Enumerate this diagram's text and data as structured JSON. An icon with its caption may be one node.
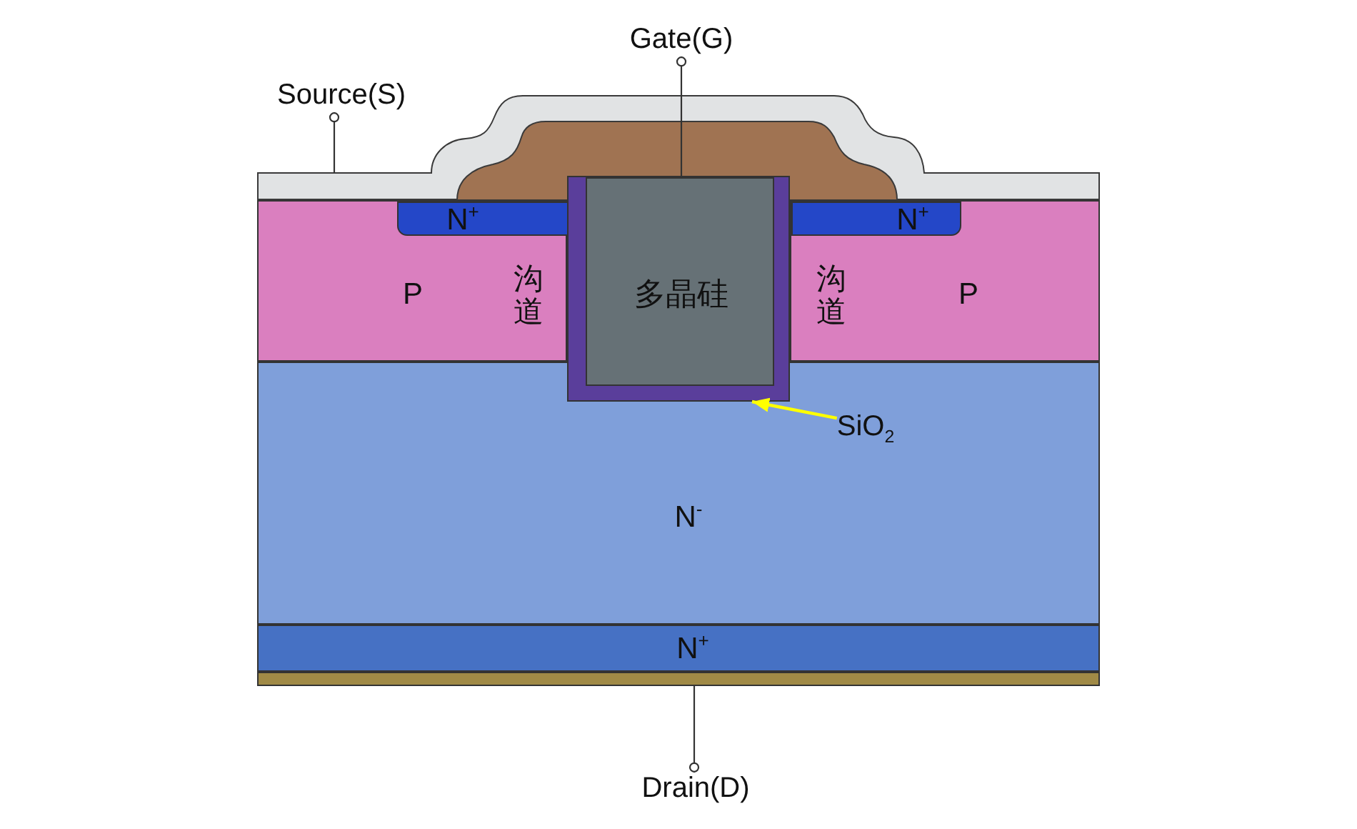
{
  "diagram": {
    "nodes": [
      {
        "text": [
          "Gate(G)"
        ]
      },
      {
        "text": [
          "Source(S)"
        ]
      },
      {
        "text": [],
        "shape": "box"
      },
      {
        "text": [],
        "shape": "box",
        "in": 2
      },
      {
        "text": [
          "P",
          "沟道"
        ]
      },
      {
        "text": [
          "N$^{+}$"
        ],
        "in": 4
      },
      {
        "text": [],
        "shape": "box"
      },
      {
        "text": [
          "多晶硅"
        ],
        "in": 6
      },
      {
        "text": [
          "沟道",
          "P"
        ]
      },
      {
        "text": [
          "N$^{+}$"
        ],
        "in": 8
      },
      {
        "text": [
          "N$^{-}$"
        ]
      },
      {
        "text": [
          "SiO$_{2}$"
        ],
        "in": 10
      },
      {
        "text": [
          "N$^{+}$"
        ]
      },
      {
        "text": [],
        "shape": "bar"
      },
      {
        "text": [
          "Drain(D)"
        ]
      }
    ],
    "edges": [
      {
        "from": 1,
        "to": 2,
        "arrow": "other"
      },
      {
        "from": 0,
        "to": 7,
        "arrow": "other"
      },
      {
        "from": 11,
        "to": 6,
        "arrow": "to",
        "color": "#ffff00"
      },
      {
        "from": 14,
        "to": 13,
        "arrow": "other"
      }
    ]
  }
}
